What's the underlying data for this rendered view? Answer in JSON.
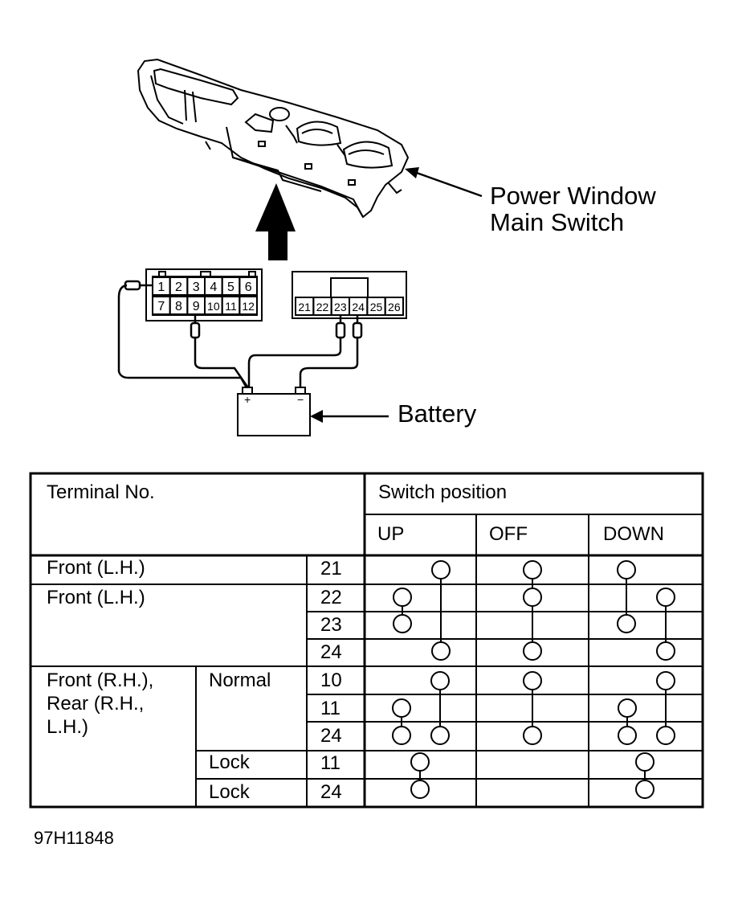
{
  "labels": {
    "switch_line1": "Power Window",
    "switch_line2": "Main Switch",
    "battery": "Battery",
    "battery_plus": "+",
    "battery_minus": "−"
  },
  "connector_left": {
    "row1": [
      "1",
      "2",
      "3",
      "4",
      "5",
      "6"
    ],
    "row2": [
      "7",
      "8",
      "9",
      "10",
      "11",
      "12"
    ]
  },
  "connector_right": [
    "21",
    "22",
    "23",
    "24",
    "25",
    "26"
  ],
  "table": {
    "header_terminal": "Terminal No.",
    "header_switch": "Switch position",
    "positions": [
      "UP",
      "OFF",
      "DOWN"
    ],
    "groups": {
      "front_lh_1": "Front (L.H.)",
      "front_lh_2": "Front (L.H.)",
      "rh_group": [
        "Front (R.H.),",
        "Rear (R.H.,",
        "L.H.)"
      ],
      "normal": "Normal",
      "lock1": "Lock",
      "lock2": "Lock"
    },
    "terminals": [
      "21",
      "22",
      "23",
      "24",
      "10",
      "11",
      "24",
      "11",
      "24"
    ]
  },
  "figure_code": "97H11848"
}
